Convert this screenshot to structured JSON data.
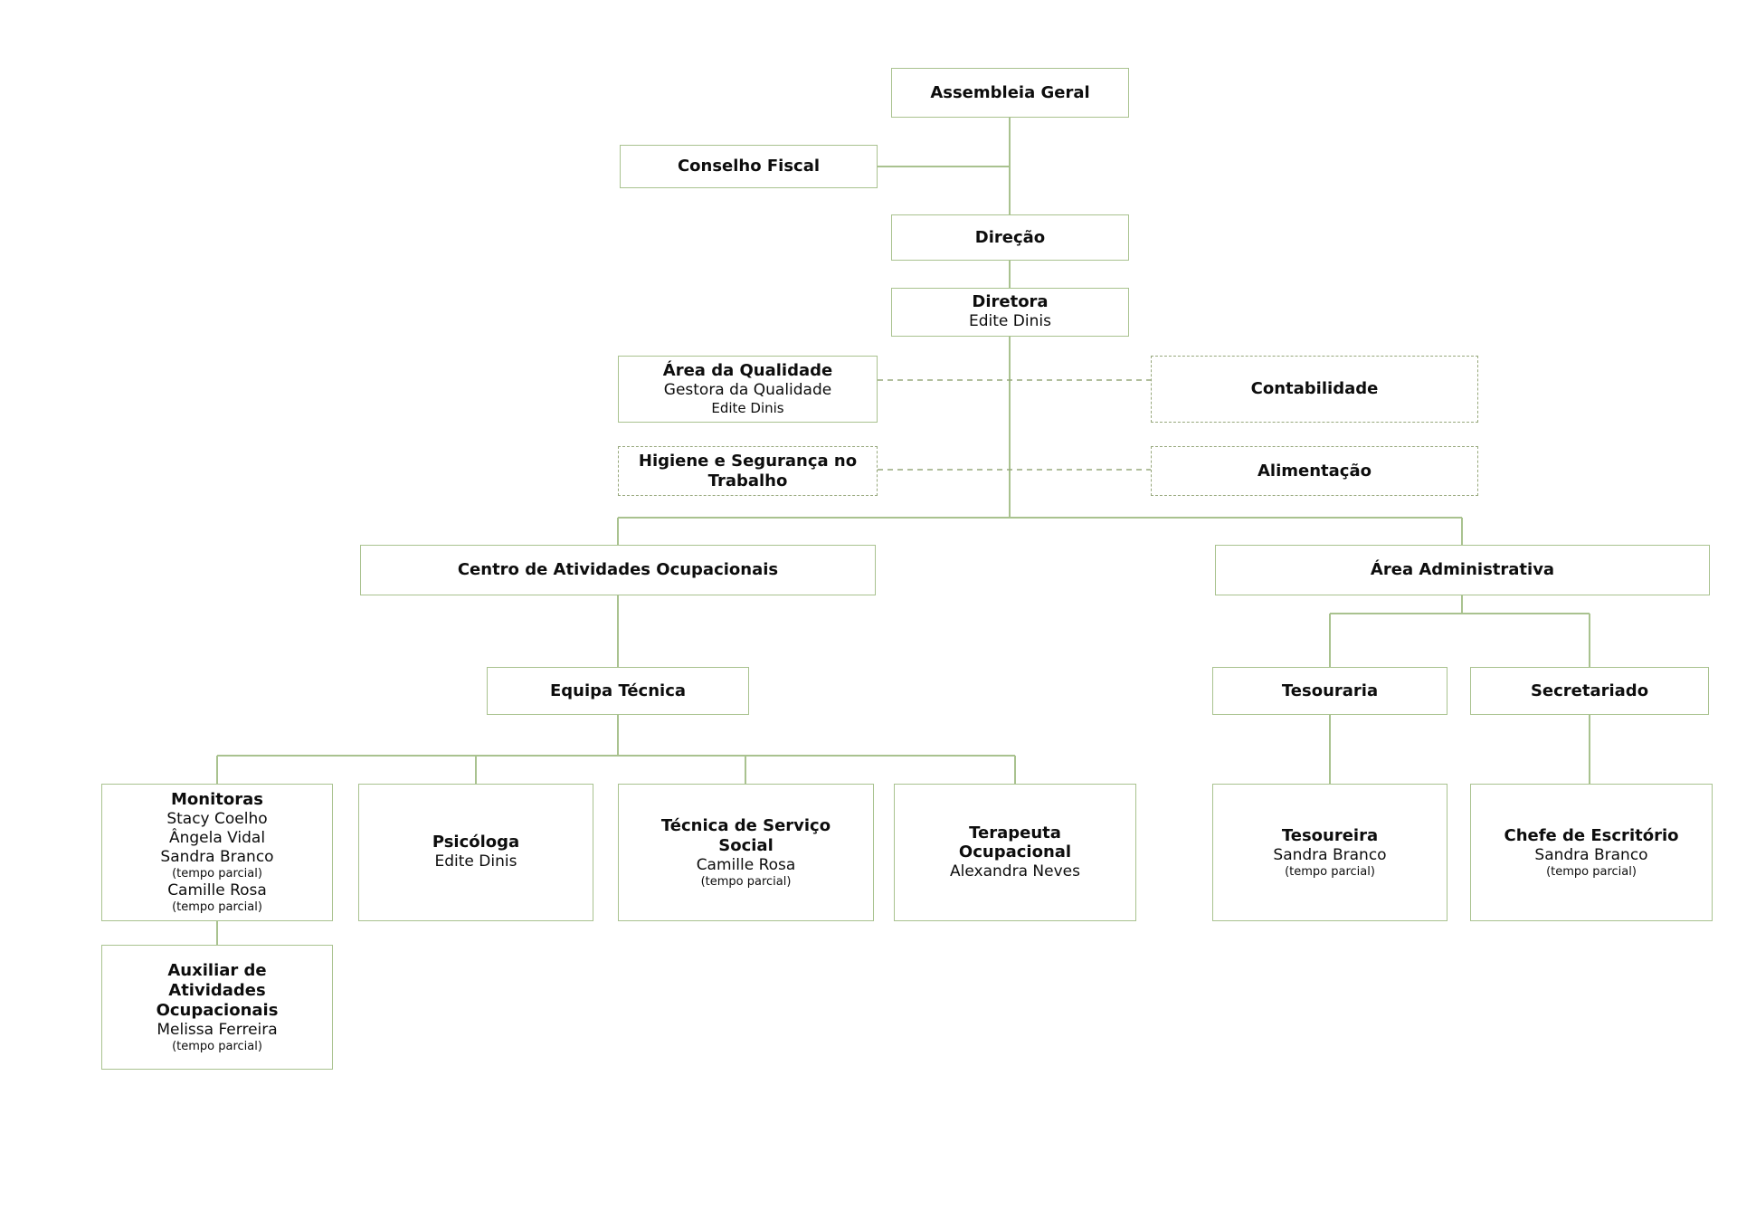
{
  "colors": {
    "box_border": "#a9c28f",
    "dashed_border": "#97a87c",
    "connector": "#a9c28f",
    "text": "#0d0d0d",
    "bg": "#ffffff"
  },
  "org": {
    "assembleia_geral": {
      "title": "Assembleia Geral"
    },
    "conselho_fiscal": {
      "title": "Conselho Fiscal"
    },
    "direcao": {
      "title": "Direção"
    },
    "diretora": {
      "title": "Diretora",
      "name": "Edite Dinis"
    },
    "area_qualidade": {
      "title": "Área da Qualidade",
      "subtitle": "Gestora da Qualidade",
      "name": "Edite Dinis"
    },
    "contabilidade": {
      "title": "Contabilidade"
    },
    "higiene_seguranca": {
      "title": "Higiene e Segurança no Trabalho"
    },
    "alimentacao": {
      "title": "Alimentação"
    },
    "centro_atividades": {
      "title": "Centro de Atividades Ocupacionais"
    },
    "area_administrativa": {
      "title": "Área Administrativa"
    },
    "equipa_tecnica": {
      "title": "Equipa Técnica"
    },
    "monitoras": {
      "title": "Monitoras",
      "member1": "Stacy Coelho",
      "member2": "Ângela Vidal",
      "member3": "Sandra Branco",
      "member3_note": "(tempo parcial)",
      "member4": "Camille Rosa",
      "member4_note": "(tempo parcial)"
    },
    "psicologa": {
      "title": "Psicóloga",
      "name": "Edite Dinis"
    },
    "tecnica_servico_social": {
      "title": "Técnica de Serviço Social",
      "name": "Camille Rosa",
      "note": "(tempo parcial)"
    },
    "terapeuta_ocupacional": {
      "title": "Terapeuta Ocupacional",
      "name": "Alexandra Neves"
    },
    "tesouraria": {
      "title": "Tesouraria"
    },
    "secretariado": {
      "title": "Secretariado"
    },
    "tesoureira": {
      "title": "Tesoureira",
      "name": "Sandra Branco",
      "note": "(tempo parcial)"
    },
    "chefe_escritorio": {
      "title": "Chefe de Escritório",
      "name": "Sandra Branco",
      "note": "(tempo parcial)"
    },
    "auxiliar_atividades": {
      "title": "Auxiliar de Atividades Ocupacionais",
      "name": "Melissa Ferreira",
      "note": "(tempo parcial)"
    }
  }
}
